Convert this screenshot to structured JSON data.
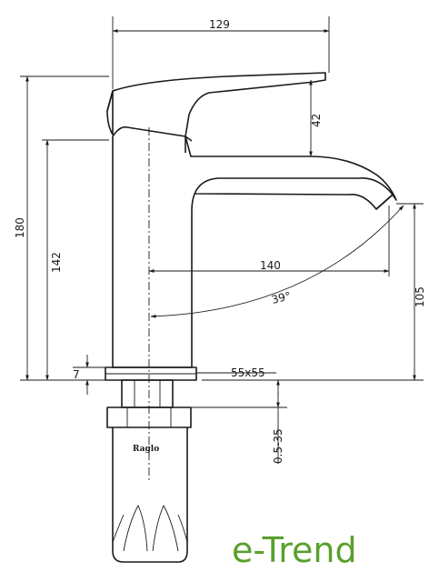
{
  "dimensions": {
    "width_top": "129",
    "total_height": "180",
    "spout_height": "142",
    "lever_height": "42",
    "reach": "140",
    "swivel_angle": "39°",
    "outlet_height": "105",
    "base_thickness": "7",
    "base_size": "55x55",
    "mounting_range": "0.5-35"
  },
  "brand": {
    "engraving": "Raglo"
  },
  "logo": {
    "text": "e-Trend",
    "color": "#5aa02c"
  },
  "colors": {
    "line": "#1a1a1a",
    "background": "#ffffff"
  }
}
